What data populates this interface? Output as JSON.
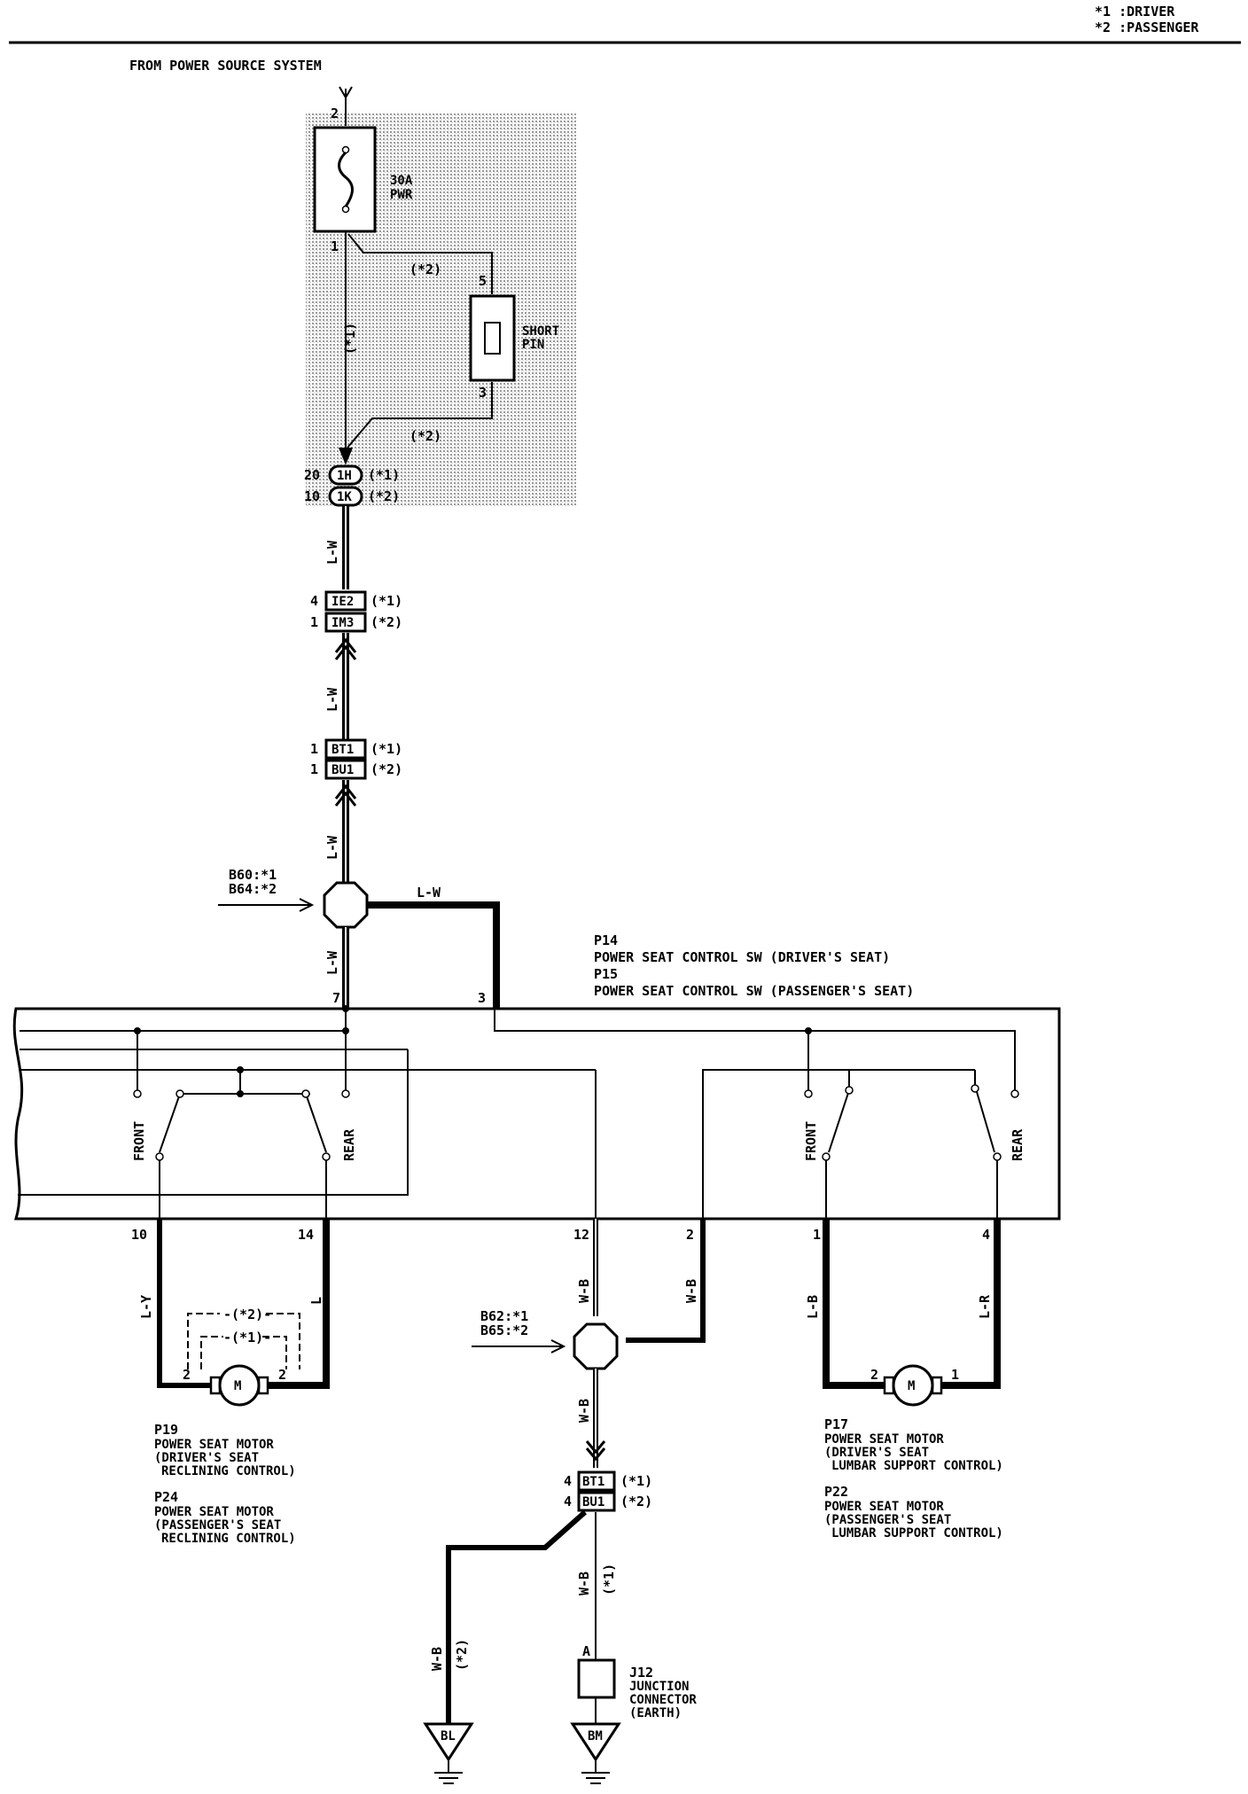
{
  "legend": {
    "driver": "*1 :DRIVER",
    "passenger": "*2 :PASSENGER"
  },
  "power_source": "FROM POWER SOURCE SYSTEM",
  "fuse": {
    "pin_top": "2",
    "pin_bottom": "1",
    "rating": "30A",
    "name": "PWR"
  },
  "short_pin": {
    "label1": "SHORT",
    "label2": "PIN",
    "pin_top": "5",
    "pin_bottom": "3"
  },
  "variant_tags": {
    "v1": "(*1)",
    "v2": "(*2)"
  },
  "connectors": {
    "c_1h": {
      "pin": "20",
      "name": "1H",
      "tag": "(*1)"
    },
    "c_1k": {
      "pin": "10",
      "name": "1K",
      "tag": "(*2)"
    },
    "c_ie2": {
      "pin": "4",
      "name": "IE2",
      "tag": "(*1)"
    },
    "c_im3": {
      "pin": "1",
      "name": "IM3",
      "tag": "(*2)"
    },
    "c_bt1_top": {
      "pin": "1",
      "name": "BT1",
      "tag": "(*1)"
    },
    "c_bu1_top": {
      "pin": "1",
      "name": "BU1",
      "tag": "(*2)"
    },
    "c_bt1_bot": {
      "pin": "4",
      "name": "BT1",
      "tag": "(*1)"
    },
    "c_bu1_bot": {
      "pin": "4",
      "name": "BU1",
      "tag": "(*2)"
    }
  },
  "splices": {
    "upper": {
      "line1": "B60:*1",
      "line2": "B64:*2"
    },
    "lower": {
      "line1": "B62:*1",
      "line2": "B65:*2"
    }
  },
  "wire_colors": {
    "lw": "L-W",
    "ly": "L-Y",
    "l": "L",
    "wb": "W-B",
    "lb": "L-B",
    "lr": "L-R"
  },
  "switch_title": {
    "p14": "P14",
    "p14_desc": "POWER SEAT CONTROL SW (DRIVER'S SEAT)",
    "p15": "P15",
    "p15_desc": "POWER SEAT CONTROL SW (PASSENGER'S SEAT)"
  },
  "switch_labels": {
    "front": "FRONT",
    "rear": "REAR"
  },
  "switch_pins": {
    "p7": "7",
    "p3": "3",
    "p10": "10",
    "p14": "14",
    "p12": "12",
    "p2": "2",
    "p1": "1",
    "p4": "4"
  },
  "motor_pins": {
    "left_a": "2",
    "left_b": "2",
    "right_a": "2",
    "right_b": "1"
  },
  "motor_symbol": "M",
  "dash_labels": {
    "v2": "-(*2)-",
    "v1": "-(*1)-"
  },
  "motor_left": {
    "p19": "P19",
    "p19_l1": "POWER SEAT MOTOR",
    "p19_l2": "(DRIVER'S SEAT",
    "p19_l3": "RECLINING CONTROL)",
    "p24": "P24",
    "p24_l1": "POWER SEAT MOTOR",
    "p24_l2": "(PASSENGER'S SEAT",
    "p24_l3": "RECLINING CONTROL)"
  },
  "motor_right": {
    "p17": "P17",
    "p17_l1": "POWER SEAT MOTOR",
    "p17_l2": "(DRIVER'S SEAT",
    "p17_l3": "LUMBAR SUPPORT CONTROL)",
    "p22": "P22",
    "p22_l1": "POWER SEAT MOTOR",
    "p22_l2": "(PASSENGER'S SEAT",
    "p22_l3": "LUMBAR SUPPORT CONTROL)"
  },
  "junction": {
    "pin": "A",
    "name": "J12",
    "l1": "JUNCTION",
    "l2": "CONNECTOR",
    "l3": "(EARTH)"
  },
  "grounds": {
    "left": "BL",
    "right": "BM"
  }
}
